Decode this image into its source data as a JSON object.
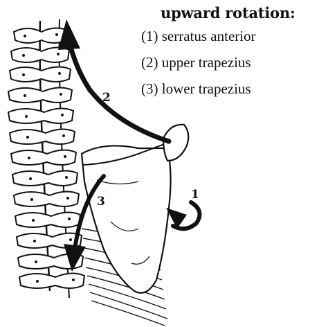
{
  "title": "upward rotation:",
  "items": [
    {
      "text": "(1) serratus anterior"
    },
    {
      "text": "(2) upper trapezius"
    },
    {
      "text": "(3) lower trapezius"
    }
  ],
  "arrow_labels": {
    "a1": "1",
    "a2": "2",
    "a3": "3"
  },
  "colors": {
    "ink": "#111111",
    "background": "#ffffff"
  }
}
